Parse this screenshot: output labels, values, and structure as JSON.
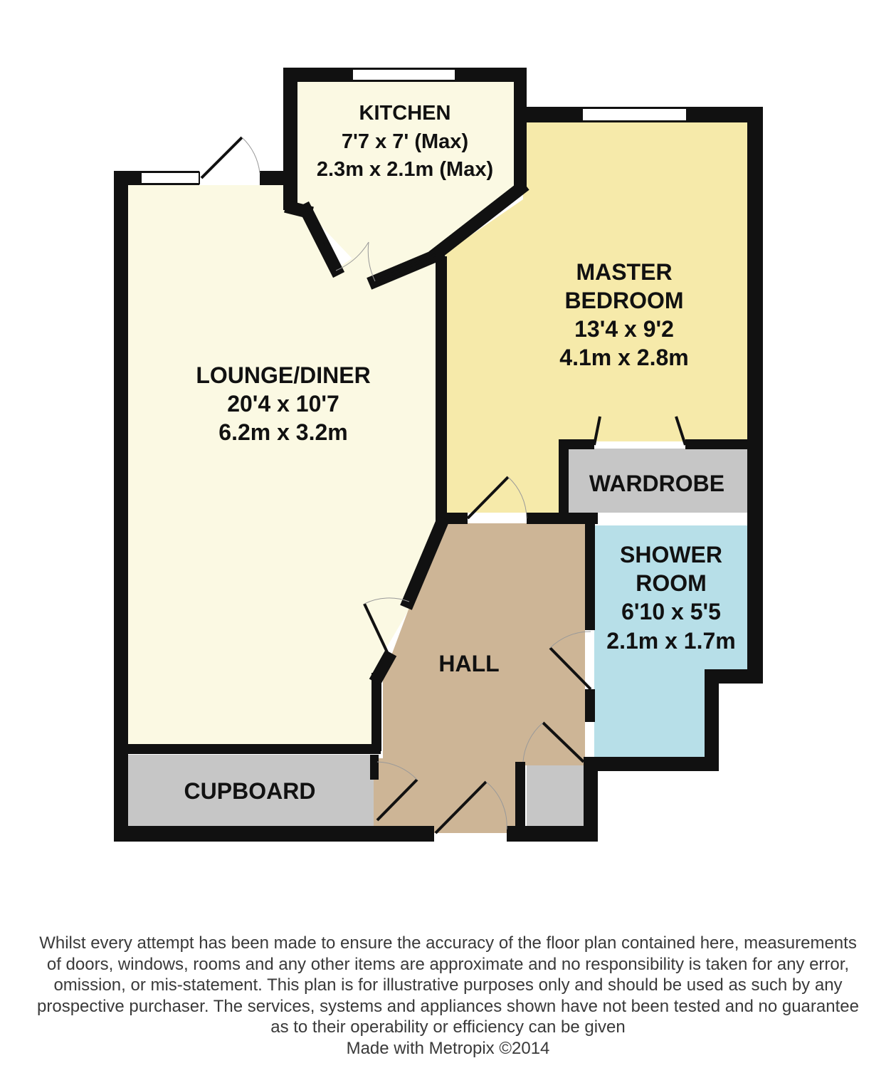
{
  "colors": {
    "lounge": "#fbf9e3",
    "kitchen": "#fbf9e3",
    "bedroom": "#f6eaaa",
    "hall": "#cdb596",
    "shower": "#b7dfe8",
    "storage": "#c6c6c6",
    "wall": "#111111",
    "window": "#ffffff"
  },
  "rooms": {
    "kitchen": {
      "name": "KITCHEN",
      "imperial": "7'7 x 7' (Max)",
      "metric": "2.3m x 2.1m (Max)"
    },
    "master_bedroom": {
      "name_line1": "MASTER",
      "name_line2": "BEDROOM",
      "imperial": "13'4 x 9'2",
      "metric": "4.1m x 2.8m"
    },
    "lounge_diner": {
      "name": "LOUNGE/DINER",
      "imperial": "20'4 x 10'7",
      "metric": "6.2m x 3.2m"
    },
    "wardrobe": {
      "name": "WARDROBE"
    },
    "shower_room": {
      "name_line1": "SHOWER",
      "name_line2": "ROOM",
      "imperial": "6'10 x 5'5",
      "metric": "2.1m x 1.7m"
    },
    "hall": {
      "name": "HALL"
    },
    "cupboard": {
      "name": "CUPBOARD"
    }
  },
  "disclaimer": {
    "lines": [
      "Whilst every attempt has been made to ensure the accuracy of the floor plan contained here, measurements",
      "of doors, windows, rooms and any other items are approximate and no responsibility is taken for any error,",
      "omission, or mis-statement. This plan is for illustrative purposes only and should be used as such by any",
      "prospective purchaser. The services, systems and appliances shown have not been tested and no guarantee",
      "as to their operability or efficiency can be given"
    ],
    "credit": "Made with Metropix ©2014"
  }
}
